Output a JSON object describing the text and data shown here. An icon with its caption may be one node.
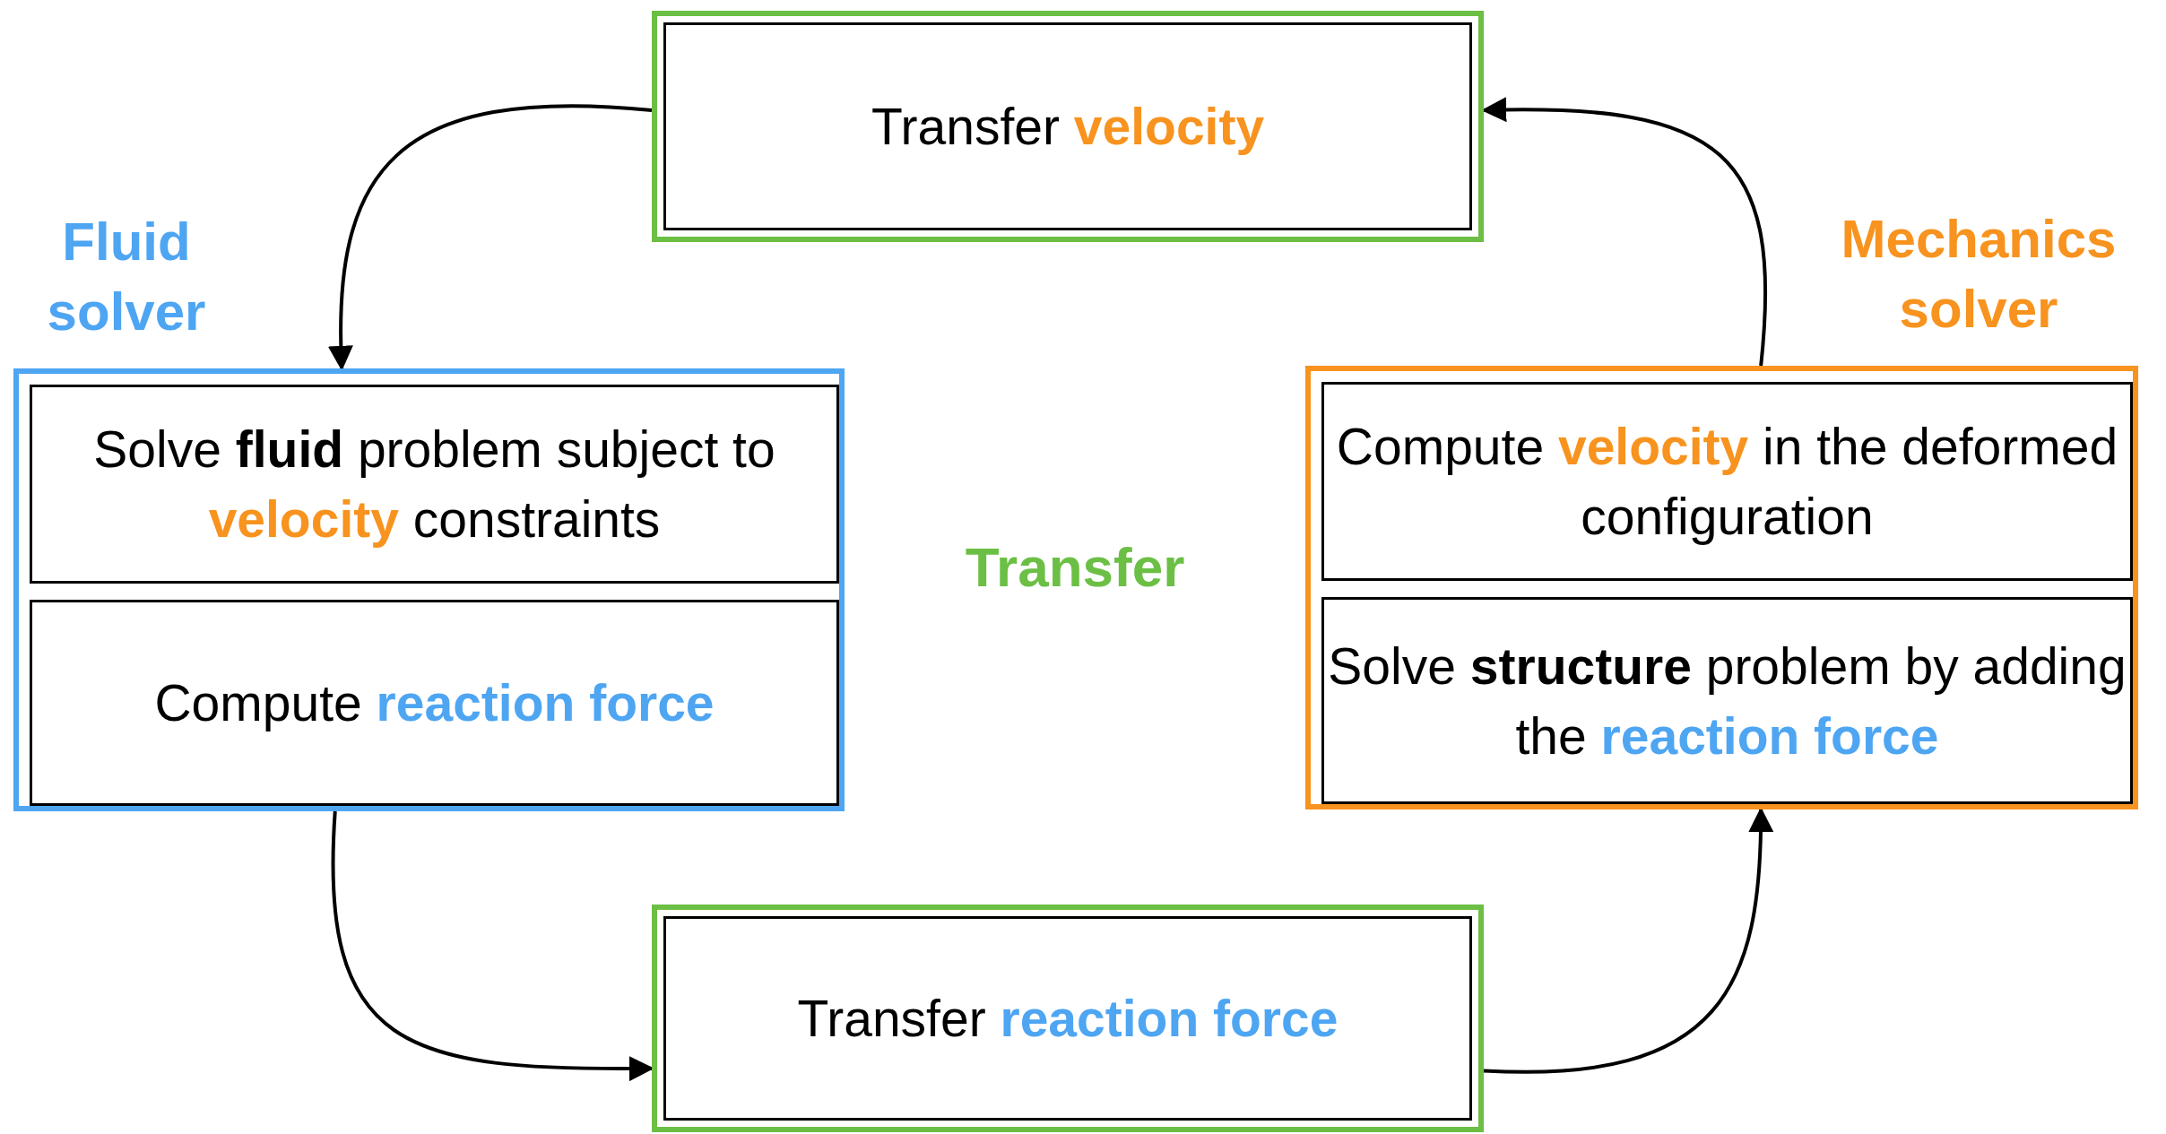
{
  "diagram": {
    "nodes": [
      {
        "text": [
          "Transfer **velocity**"
        ]
      },
      {
        "text": [
          "Fluid solver"
        ]
      },
      {
        "text": [
          "Solve **fluid** problem subject to **velocity** constraints"
        ],
        "in": 1
      },
      {
        "text": [
          "Compute **reaction force**"
        ],
        "in": 1
      },
      {
        "text": [
          "Mechanics solver"
        ]
      },
      {
        "text": [
          "Compute **velocity** in the deformed configuration"
        ],
        "in": 4
      },
      {
        "text": [
          "Solve **structure** problem by adding the **reaction force**"
        ],
        "in": 4
      },
      {
        "text": [
          "Transfer **reaction force**"
        ]
      }
    ],
    "edges": [
      {
        "from": 0,
        "to": 1,
        "arrow": "to"
      },
      {
        "from": 1,
        "to": 7,
        "arrow": "to"
      },
      {
        "from": 7,
        "to": 4,
        "arrow": "to"
      },
      {
        "from": 4,
        "to": 0,
        "arrow": "to"
      }
    ],
    "labels": [
      "Transfer"
    ]
  }
}
